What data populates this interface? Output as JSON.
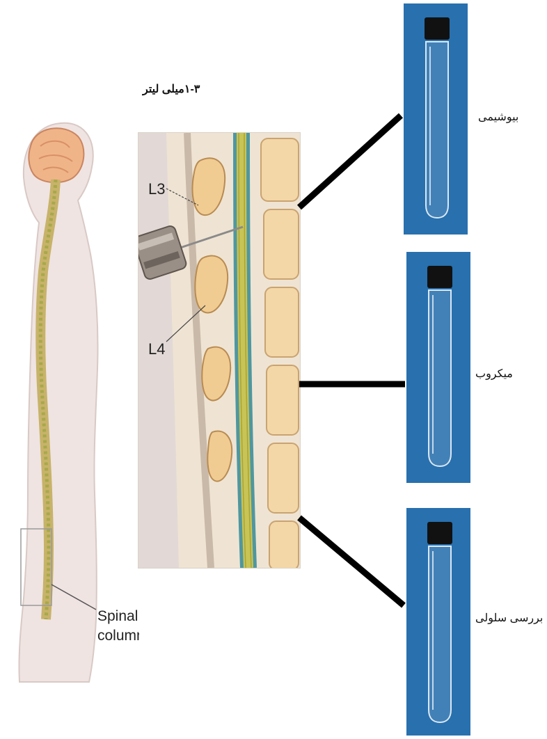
{
  "volume_label": "۱-۳میلی لیتر",
  "body_figure": {
    "callout": [
      "Spinal",
      "column"
    ]
  },
  "inset": {
    "vertebra_labels": [
      "L3",
      "L4"
    ]
  },
  "tubes": [
    {
      "label": "بیوشیمی"
    },
    {
      "label": "میکروب"
    },
    {
      "label": "بررسی سلولی"
    }
  ],
  "colors": {
    "tube_card": "#2870ae",
    "connector": "#000000",
    "bone": "#f3d6a4",
    "spinal_cord": "#c9c65a",
    "skin": "#efe6e2"
  }
}
